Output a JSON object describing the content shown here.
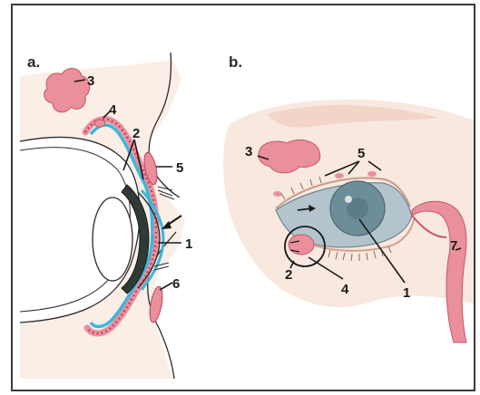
{
  "panels": {
    "a": {
      "label": "a.",
      "callouts": [
        "1",
        "2",
        "3",
        "4",
        "5",
        "6"
      ]
    },
    "b": {
      "label": "b.",
      "callouts": [
        "1",
        "2",
        "3",
        "4",
        "5",
        "7"
      ]
    }
  },
  "colors": {
    "skin": "#f7e0d4",
    "gland": "#ea8f9c",
    "tear_film": "#3ab7dc",
    "iris": "#6d8e99",
    "outline": "#2b2b2b"
  }
}
